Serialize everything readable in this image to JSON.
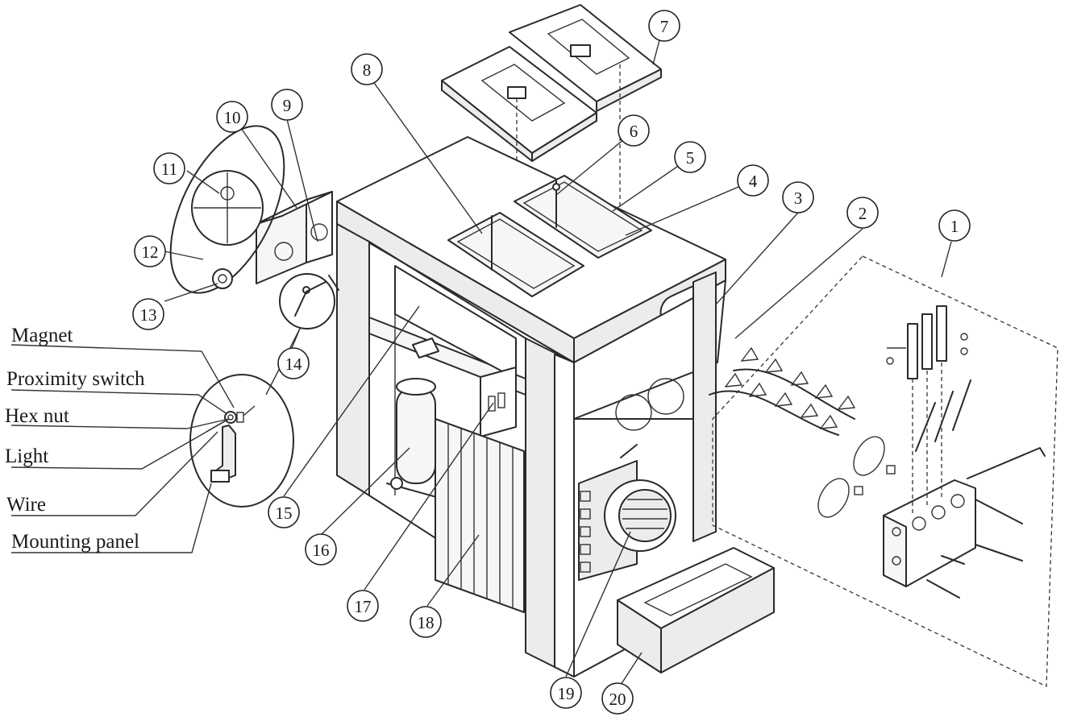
{
  "balloons": [
    "1",
    "2",
    "3",
    "4",
    "5",
    "6",
    "7",
    "8",
    "9",
    "10",
    "11",
    "12",
    "13",
    "14",
    "15",
    "16",
    "17",
    "18",
    "19",
    "20"
  ],
  "callouts": [
    "Magnet",
    "Proximity switch",
    "Hex nut",
    "Light",
    "Wire",
    "Mounting panel"
  ]
}
